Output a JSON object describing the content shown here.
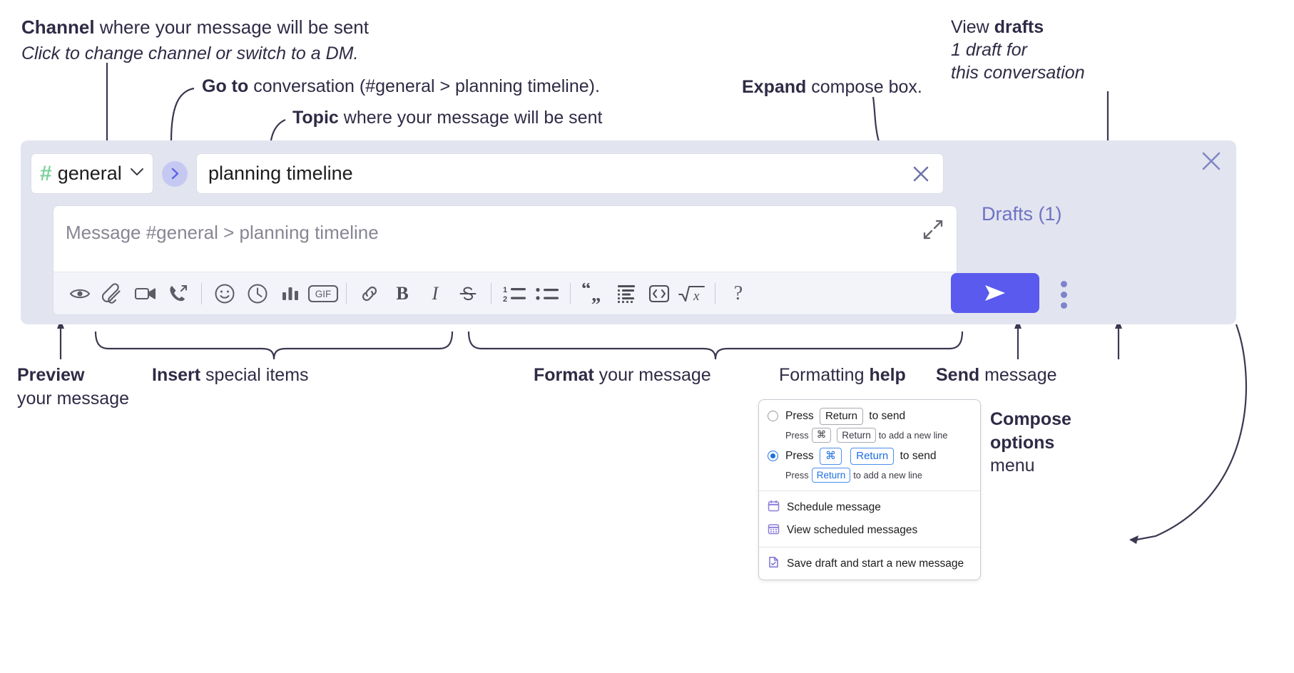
{
  "annotations": {
    "channel": {
      "l1_bold": "Channel",
      "l1_rest": " where your message will be sent",
      "l2": "Click to change channel or switch to a DM."
    },
    "goto": {
      "bold": "Go to",
      "rest": " conversation (#general > planning timeline)."
    },
    "topic": {
      "bold": "Topic",
      "rest": " where your message will be sent"
    },
    "expand": {
      "bold": "Expand",
      "rest": " compose box."
    },
    "drafts": {
      "l1_rest": "View ",
      "l1_bold": "drafts",
      "l2": "1 draft for",
      "l3": "this conversation"
    },
    "preview": {
      "l1": "Preview",
      "l2": "your message"
    },
    "insert": {
      "bold": "Insert",
      "rest": " special items"
    },
    "format": {
      "bold": "Format",
      "rest": " your message"
    },
    "formatting_help": {
      "rest": "Formatting ",
      "bold": "help"
    },
    "send": {
      "bold": "Send",
      "rest": " message"
    },
    "compose_options": {
      "l1": "Compose",
      "l2": "options",
      "l3": "menu"
    }
  },
  "compose": {
    "channel_name": "general",
    "channel_hash": "#",
    "topic_value": "planning timeline",
    "message_placeholder": "Message #general > planning timeline",
    "drafts_label": "Drafts (1)",
    "toolbar_icons": [
      "preview-eye-icon",
      "attachment-paperclip-icon",
      "video-camera-icon",
      "call-phone-icon",
      "emoji-smiley-icon",
      "schedule-clock-icon",
      "poll-bars-icon",
      "gif-icon",
      "link-icon",
      "bold-icon",
      "italic-icon",
      "strikethrough-icon",
      "ordered-list-icon",
      "bulleted-list-icon",
      "blockquote-icon",
      "code-block-icon",
      "code-inline-icon",
      "math-icon",
      "formatting-help-icon"
    ],
    "help_glyph": "?",
    "gif_label": "GIF",
    "bold_glyph": "B",
    "italic_glyph": "I"
  },
  "menu": {
    "options": [
      {
        "selected": false,
        "prefix": "Press",
        "key": "Return",
        "suffix": "to send",
        "sub_prefix": "Press",
        "sub_key1": "⌘",
        "sub_key2": "Return",
        "sub_suffix": "to add a new line"
      },
      {
        "selected": true,
        "prefix": "Press",
        "key1": "⌘",
        "key2": "Return",
        "suffix": "to send",
        "sub_prefix": "Press",
        "sub_key": "Return",
        "sub_suffix": "to add a new line"
      }
    ],
    "items": [
      {
        "label": "Schedule message",
        "icon": "calendar-icon"
      },
      {
        "label": "View scheduled messages",
        "icon": "calendar-grid-icon"
      },
      {
        "label": "Save draft and start a new message",
        "icon": "save-draft-icon"
      }
    ]
  },
  "colors": {
    "panel_bg": "#e2e4f0",
    "send_purple": "#5a5aee",
    "hash_green": "#7ed19d",
    "drafts_link": "#6f73c4",
    "key_blue": "#1d6fe0"
  }
}
